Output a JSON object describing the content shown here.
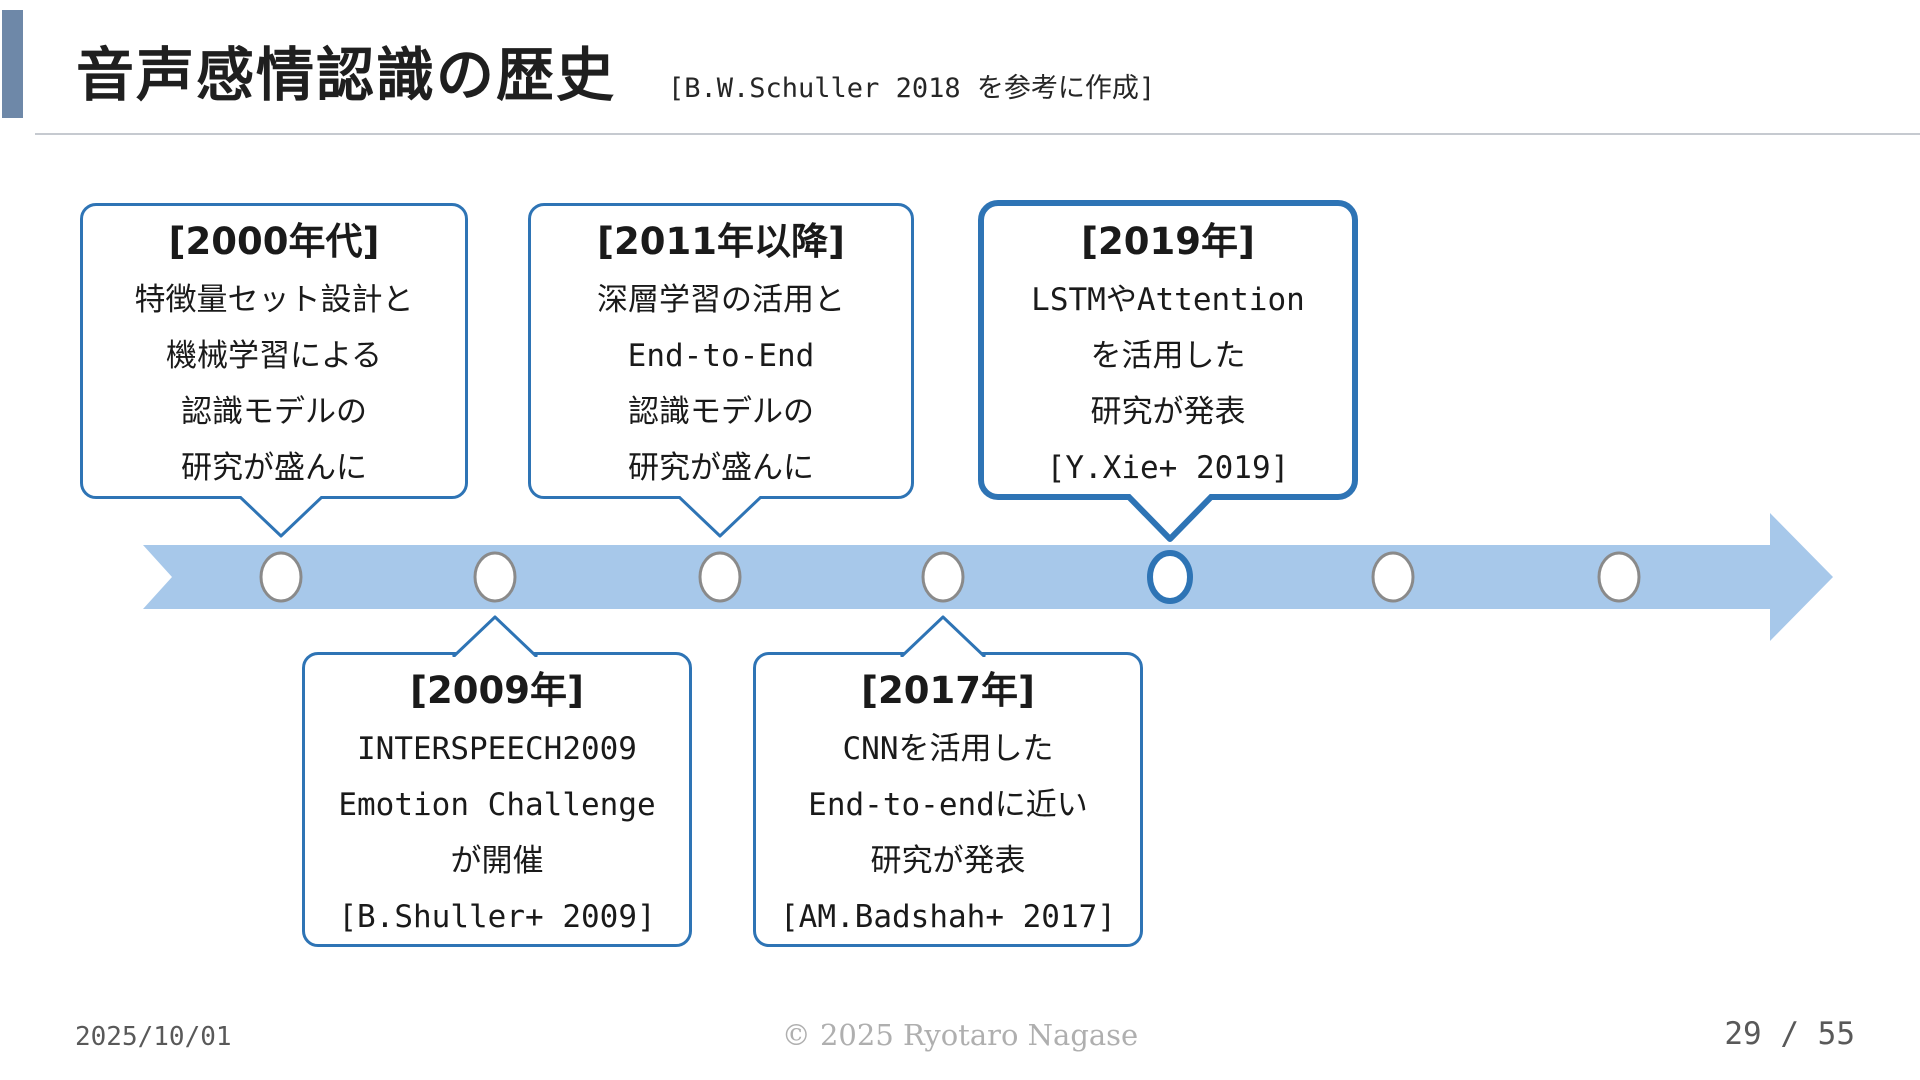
{
  "slide": {
    "title": "音声感情認識の歴史",
    "title_note": "[B.W.Schuller 2018 を参考に作成]",
    "footer": {
      "date": "2025/10/01",
      "copyright": "© 2025 Ryotaro Nagase",
      "page": "29 / 55"
    }
  },
  "timeline": {
    "type": "horizontal-arrow-timeline",
    "marker_count": 7,
    "highlighted_marker_index": 4,
    "events_above": [
      {
        "heading": "[2000年代]",
        "lines": [
          "特徴量セット設計と",
          "機械学習による",
          "認識モデルの",
          "研究が盛んに"
        ],
        "highlighted": false
      },
      {
        "heading": "[2011年以降]",
        "lines": [
          "深層学習の活用と",
          "End-to-End",
          "認識モデルの",
          "研究が盛んに"
        ],
        "highlighted": false
      },
      {
        "heading": "[2019年]",
        "lines": [
          "LSTMやAttention",
          "を活用した",
          "研究が発表",
          "[Y.Xie+ 2019]"
        ],
        "highlighted": true
      }
    ],
    "events_below": [
      {
        "heading": "[2009年]",
        "lines": [
          "INTERSPEECH2009",
          "Emotion Challenge",
          "が開催",
          "[B.Shuller+ 2009]"
        ],
        "highlighted": false
      },
      {
        "heading": "[2017年]",
        "lines": [
          "CNNを活用した",
          "End-to-endに近い",
          "研究が発表",
          "[AM.Badshah+ 2017]"
        ],
        "highlighted": false
      }
    ],
    "colors": {
      "band": "#A7C8EA",
      "box_border": "#2E74B5",
      "highlight_border": "#2E74B5",
      "marker_border": "#8A8A8A",
      "accent_bar": "#6E88A8"
    }
  }
}
